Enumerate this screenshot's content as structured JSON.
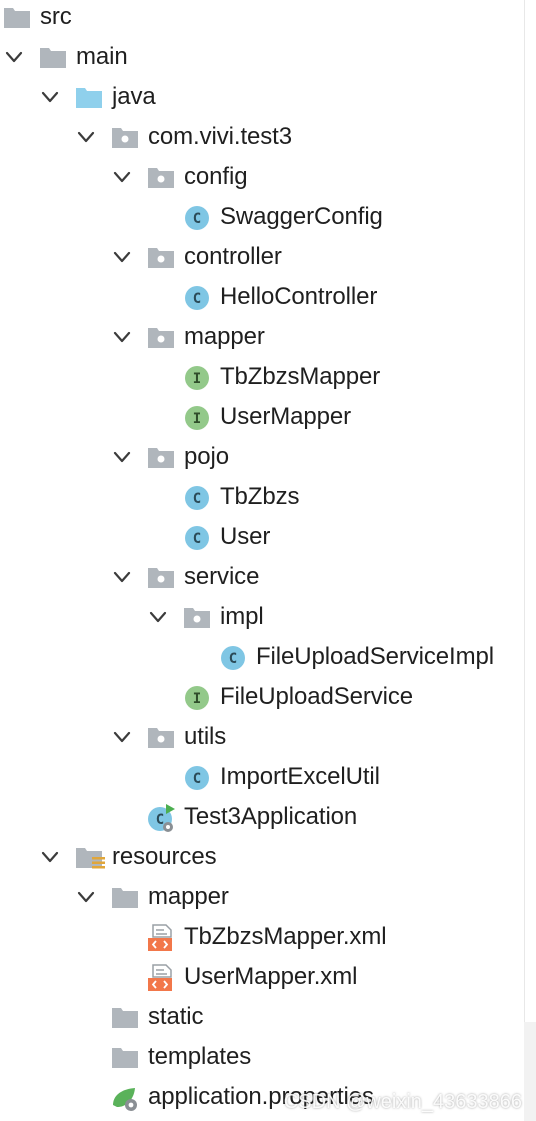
{
  "colors": {
    "folder_gray": "#b0b6bc",
    "folder_blue": "#8fd0ec",
    "class_circle": "#7fc6e4",
    "interface_circle": "#93c98a",
    "xml_orange": "#f2774a",
    "spring_green": "#5ab25a",
    "text": "#1f1f1f"
  },
  "tree": {
    "items": [
      {
        "label": "src",
        "icon": "folder-icon"
      },
      {
        "label": "main",
        "icon": "folder-icon"
      },
      {
        "label": "java",
        "icon": "source-folder-icon"
      },
      {
        "label": "com.vivi.test3",
        "icon": "package-icon"
      },
      {
        "label": "config",
        "icon": "package-icon"
      },
      {
        "label": "SwaggerConfig",
        "icon": "class-icon",
        "glyph": "C"
      },
      {
        "label": "controller",
        "icon": "package-icon"
      },
      {
        "label": "HelloController",
        "icon": "class-icon",
        "glyph": "C"
      },
      {
        "label": "mapper",
        "icon": "package-icon"
      },
      {
        "label": "TbZbzsMapper",
        "icon": "interface-icon",
        "glyph": "I"
      },
      {
        "label": "UserMapper",
        "icon": "interface-icon",
        "glyph": "I"
      },
      {
        "label": "pojo",
        "icon": "package-icon"
      },
      {
        "label": "TbZbzs",
        "icon": "class-icon",
        "glyph": "C"
      },
      {
        "label": "User",
        "icon": "class-icon",
        "glyph": "C"
      },
      {
        "label": "service",
        "icon": "package-icon"
      },
      {
        "label": "impl",
        "icon": "package-icon"
      },
      {
        "label": "FileUploadServiceImpl",
        "icon": "class-icon",
        "glyph": "C"
      },
      {
        "label": "FileUploadService",
        "icon": "interface-icon",
        "glyph": "I"
      },
      {
        "label": "utils",
        "icon": "package-icon"
      },
      {
        "label": "ImportExcelUtil",
        "icon": "class-icon",
        "glyph": "C"
      },
      {
        "label": "Test3Application",
        "icon": "spring-boot-class-icon",
        "glyph": "C"
      },
      {
        "label": "resources",
        "icon": "resources-folder-icon"
      },
      {
        "label": "mapper",
        "icon": "folder-icon"
      },
      {
        "label": "TbZbzsMapper.xml",
        "icon": "xml-file-icon"
      },
      {
        "label": "UserMapper.xml",
        "icon": "xml-file-icon"
      },
      {
        "label": "static",
        "icon": "folder-icon"
      },
      {
        "label": "templates",
        "icon": "folder-icon"
      },
      {
        "label": "application.properties",
        "icon": "spring-properties-icon"
      }
    ]
  },
  "watermark": "CSDN @weixin_43633866"
}
